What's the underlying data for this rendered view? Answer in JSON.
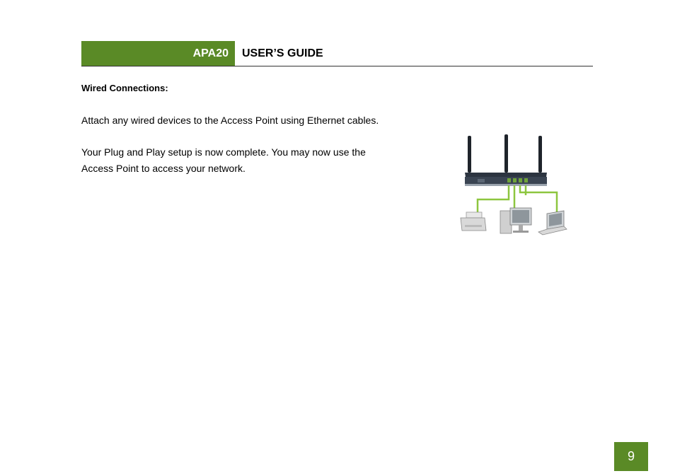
{
  "header": {
    "model": "APA20",
    "title": "USER’S GUIDE"
  },
  "section": {
    "heading": "Wired Connections:",
    "paragraph1": "Attach any wired devices to the Access Point using Ethernet cables.",
    "paragraph2": "Your Plug and Play setup is now complete. You may now use the Access Point to access your network."
  },
  "figure": {
    "icons": [
      "router-icon",
      "printer-icon",
      "desktop-computer-icon",
      "laptop-icon"
    ]
  },
  "footer": {
    "page_number": "9"
  },
  "colors": {
    "brand_green": "#5a8a26",
    "cable_green": "#8dc63f"
  }
}
